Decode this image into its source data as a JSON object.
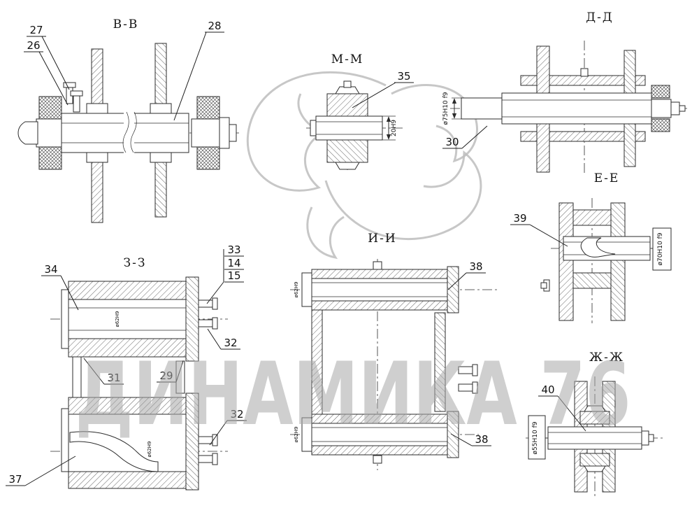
{
  "sheet": {
    "background_color": "#ffffff",
    "line_color": "#2b2b2b",
    "watermark_color": "#a9a9a9"
  },
  "watermark": {
    "text": "ДИНАМИКА 76",
    "logo": "dynamika-swirl-logo"
  },
  "sections": {
    "vv": "В-В",
    "mm": "М-М",
    "dd": "Д-Д",
    "ee": "Е-Е",
    "zz": "З-З",
    "ii": "И-И",
    "zhzh": "Ж-Ж"
  },
  "callouts": {
    "c26": "26",
    "c27": "27",
    "c28": "28",
    "c29": "29",
    "c30": "30",
    "c31": "31",
    "c32_upper": "32",
    "c32_lower": "32",
    "c33": "33",
    "c14": "14",
    "c15": "15",
    "c34": "34",
    "c35": "35",
    "c37": "37",
    "c38_top": "38",
    "c38_bottom": "38",
    "c39": "39",
    "c40": "40"
  },
  "dimensions": {
    "dd_shaft_fit": "ø75H10 f9",
    "ee_shaft_fit": "ø70H10 f9",
    "zhzh_shaft_fit": "ø55H10 f9",
    "mm_width": "20H9",
    "zz_upper_bore": "ø62H9",
    "zz_lower_bore": "ø62H9",
    "ii_upper_bore": "ø62H9",
    "ii_lower_bore": "ø62H9"
  }
}
